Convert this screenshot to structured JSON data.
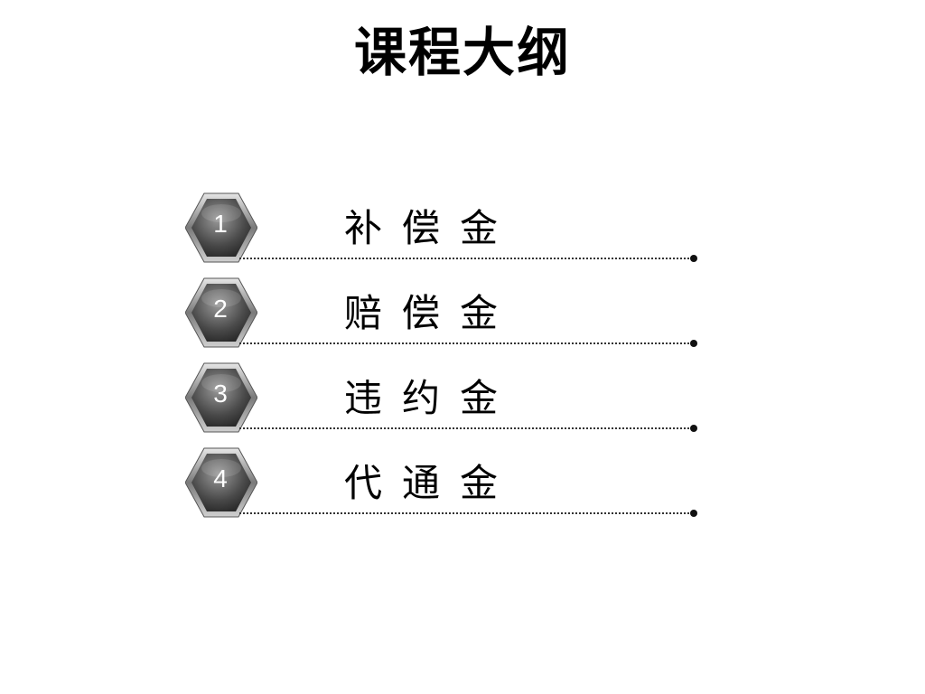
{
  "slide": {
    "title": "课程大纲",
    "items": [
      {
        "number": "1",
        "label": "补偿金"
      },
      {
        "number": "2",
        "label": "赔偿金"
      },
      {
        "number": "3",
        "label": "违约金"
      },
      {
        "number": "4",
        "label": "代通金"
      }
    ]
  },
  "colors": {
    "badge_dark": "#3a3a3a",
    "badge_light": "#b8b8b8",
    "text": "#000000",
    "dots": "#333333"
  },
  "icons": {
    "badge": "hexagon-number-badge",
    "line_end": "dot-end-marker"
  }
}
